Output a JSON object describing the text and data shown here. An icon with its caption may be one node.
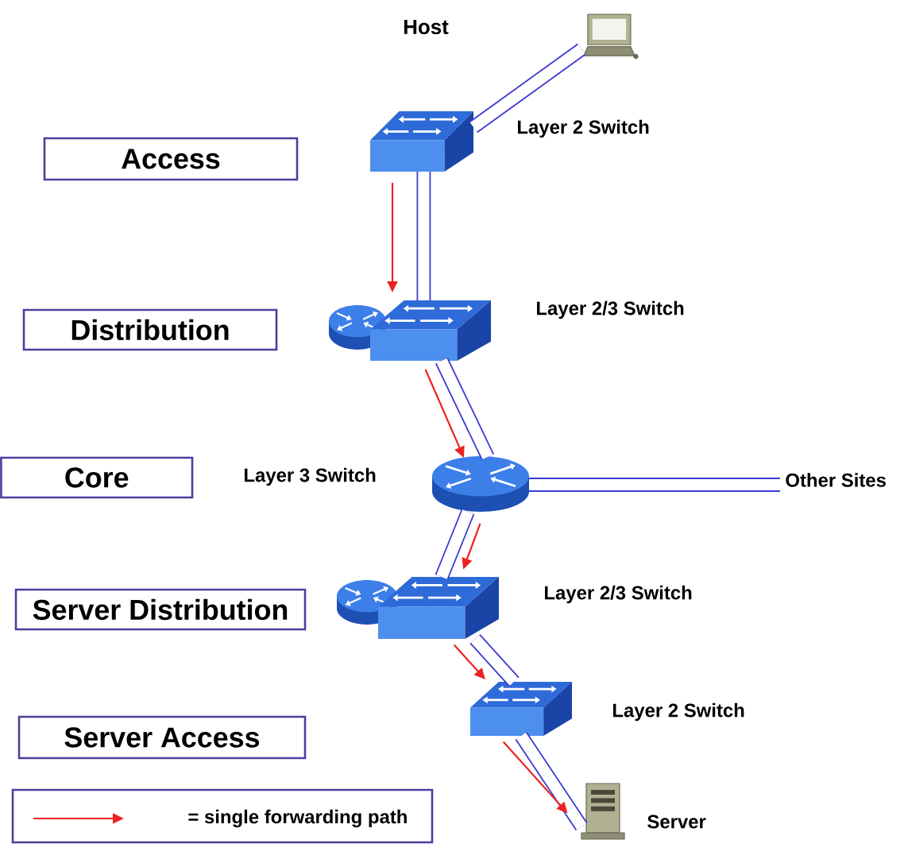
{
  "diagram": {
    "nodes": [
      {
        "text": [],
        "shape": "picture"
      },
      {
        "text": [
          "Access"
        ]
      },
      {
        "text": [],
        "shape": "picture",
        "beside": [
          "Layer 2 Switch"
        ]
      },
      {
        "text": [
          "Distribution"
        ]
      },
      {
        "text": [],
        "shape": "picture",
        "beside": [
          "Layer 2/3 Switch"
        ]
      },
      {
        "text": [
          "Core"
        ]
      },
      {
        "text": [],
        "shape": "picture",
        "beside": [
          "Layer 3 Switch"
        ]
      },
      {
        "text": [
          "Other Sites"
        ]
      },
      {
        "text": [
          "Server Distribution"
        ]
      },
      {
        "text": [],
        "shape": "picture",
        "beside": [
          "Layer 2/3 Switch"
        ]
      },
      {
        "text": [
          "Server Access"
        ]
      },
      {
        "text": [],
        "shape": "picture",
        "beside": [
          "Layer 2 Switch"
        ]
      },
      {
        "text": [],
        "shape": "picture",
        "beside": [
          "Server"
        ]
      }
    ],
    "edges": [
      {
        "from": 0,
        "to": 2,
        "arrow": "none"
      },
      {
        "from": 2,
        "to": 4,
        "arrow": "none"
      },
      {
        "from": 4,
        "to": 6,
        "arrow": "none"
      },
      {
        "from": 6,
        "to": 7,
        "arrow": "none"
      },
      {
        "from": 6,
        "to": 9,
        "arrow": "none"
      },
      {
        "from": 9,
        "to": 11,
        "arrow": "none"
      },
      {
        "from": 11,
        "to": 12,
        "arrow": "none"
      },
      {
        "from": 2,
        "to": 4,
        "arrow": "to",
        "color": "#ee2222"
      },
      {
        "from": 4,
        "to": 6,
        "arrow": "to",
        "color": "#ee2222"
      },
      {
        "from": 6,
        "to": 9,
        "arrow": "to",
        "color": "#ee2222"
      },
      {
        "from": 9,
        "to": 11,
        "arrow": "to",
        "color": "#ee2222"
      },
      {
        "from": 11,
        "to": 12,
        "arrow": "to",
        "color": "#ee2222"
      }
    ],
    "labels": [
      "Host"
    ],
    "legend": [
      {
        "text": "= single forwarding path"
      }
    ]
  }
}
